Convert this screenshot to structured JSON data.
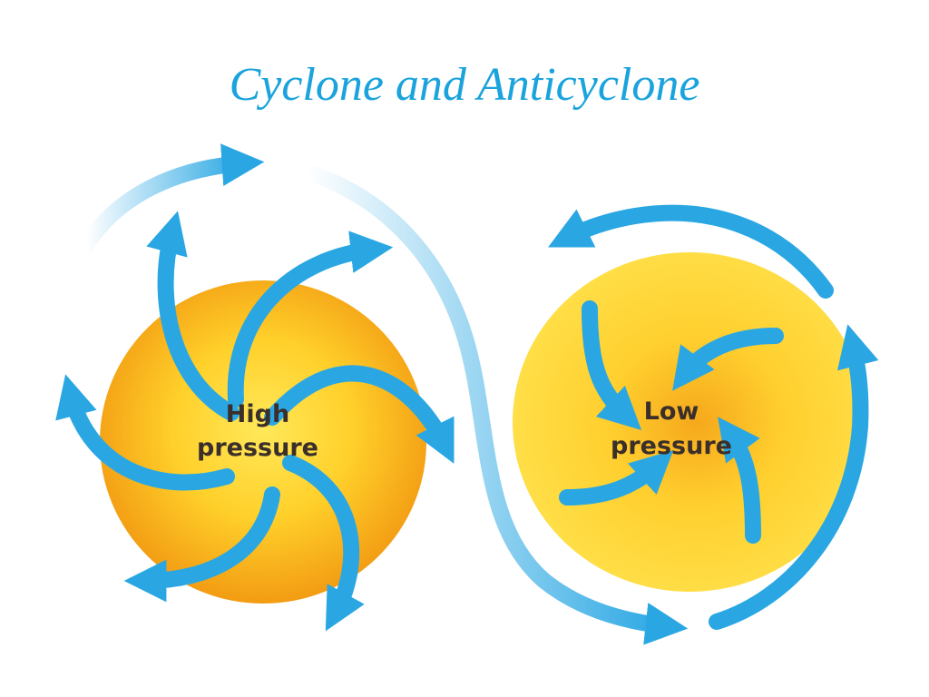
{
  "slide": {
    "title": "Cyclone and Anticyclone",
    "title_color": "#1aa3dc"
  },
  "colors": {
    "arrow": "#2aa7e3",
    "sphere_inner": "#ffe24a",
    "sphere_outer": "#f39a12",
    "label": "#3a2f2a"
  },
  "high_pressure": {
    "label_line1": "High",
    "label_line2": "pressure"
  },
  "low_pressure": {
    "label_line1": "Low",
    "label_line2": "pressure"
  }
}
